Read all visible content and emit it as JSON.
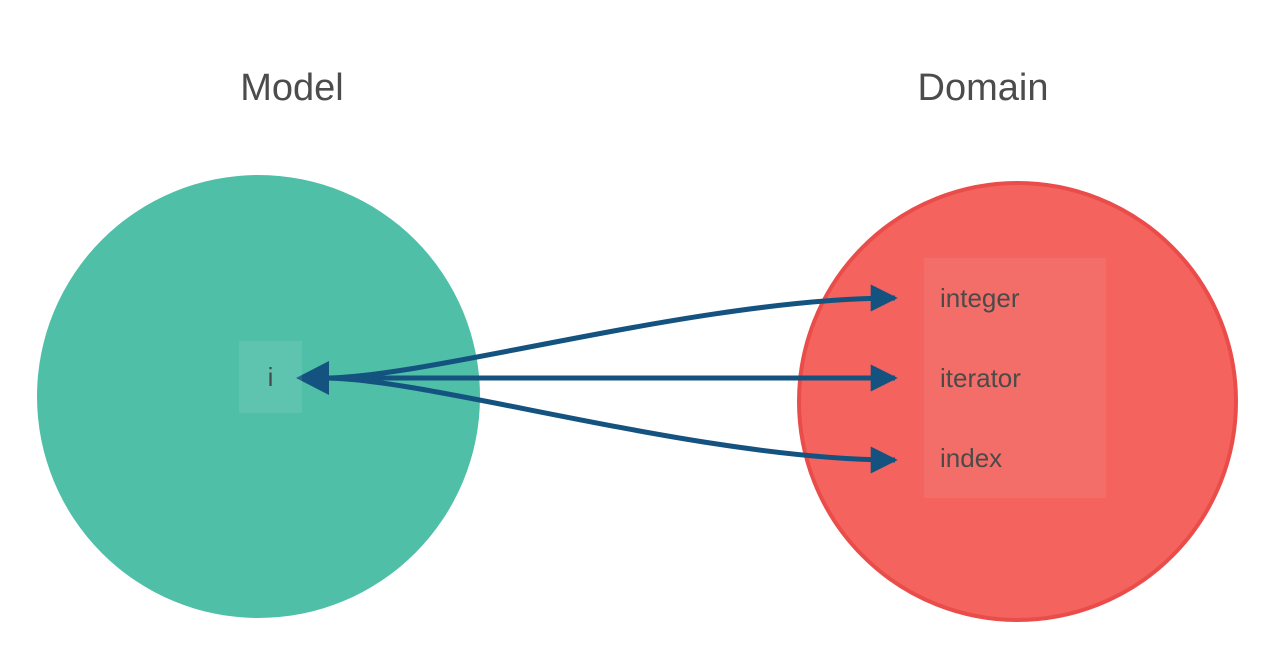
{
  "diagram": {
    "model": {
      "title": "Model",
      "node_label": "i"
    },
    "domain": {
      "title": "Domain",
      "items": [
        {
          "label": "integer"
        },
        {
          "label": "iterator"
        },
        {
          "label": "index"
        }
      ]
    },
    "mappings": [
      {
        "from": "i",
        "to": "integer"
      },
      {
        "from": "i",
        "to": "iterator"
      },
      {
        "from": "i",
        "to": "index"
      }
    ],
    "colors": {
      "model_circle": "#4fbfa8",
      "domain_circle_fill": "#f4635e",
      "domain_circle_border": "#ea4d49",
      "arrow": "#14537f",
      "title_text": "#4c4c4c",
      "label_text": "#4b4a49",
      "node_text": "#4a4a4a"
    }
  }
}
